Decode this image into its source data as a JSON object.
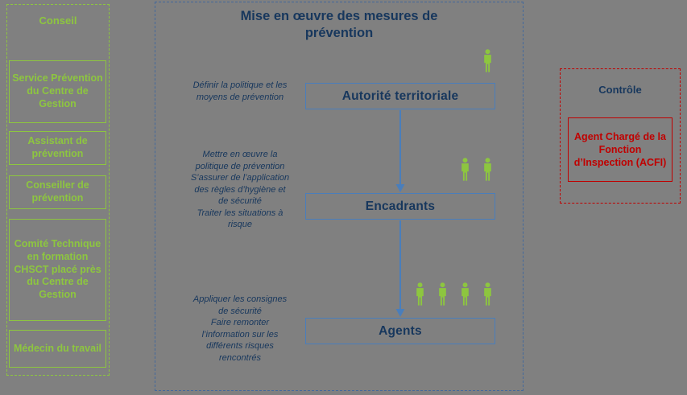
{
  "colors": {
    "background": "#808080",
    "green": "#8DC63F",
    "navy": "#17375D",
    "node_border": "#4A7EBB",
    "panel_border": "#44699B",
    "red": "#C00000"
  },
  "left_panel": {
    "title": "Conseil",
    "items": [
      {
        "label": "Service Prévention du Centre de Gestion"
      },
      {
        "label": "Assistant de prévention"
      },
      {
        "label": "Conseiller de prévention"
      },
      {
        "label": "Comité Technique en formation CHSCT placé près du Centre de Gestion"
      },
      {
        "label": "Médecin du travail"
      }
    ]
  },
  "diagram": {
    "title": "Mise en œuvre des mesures de\nprévention",
    "levels": [
      {
        "label": "Autorité territoriale",
        "description": "Définir la politique et les\nmoyens de prévention",
        "people_count": 1
      },
      {
        "label": "Encadrants",
        "description": "Mettre en œuvre la\npolitique de prévention\nS’assurer de l’application\ndes règles d’hygiène et\nde sécurité\nTraiter les situations à\nrisque",
        "people_count": 2
      },
      {
        "label": "Agents",
        "description": "Appliquer les consignes\nde sécurité\nFaire remonter\nl’information sur les\ndifférents risques\nrencontrés",
        "people_count": 4
      }
    ]
  },
  "right_panel": {
    "title": "Contrôle",
    "items": [
      {
        "label": "Agent Chargé de la Fonction d’Inspection (ACFI)"
      }
    ]
  }
}
